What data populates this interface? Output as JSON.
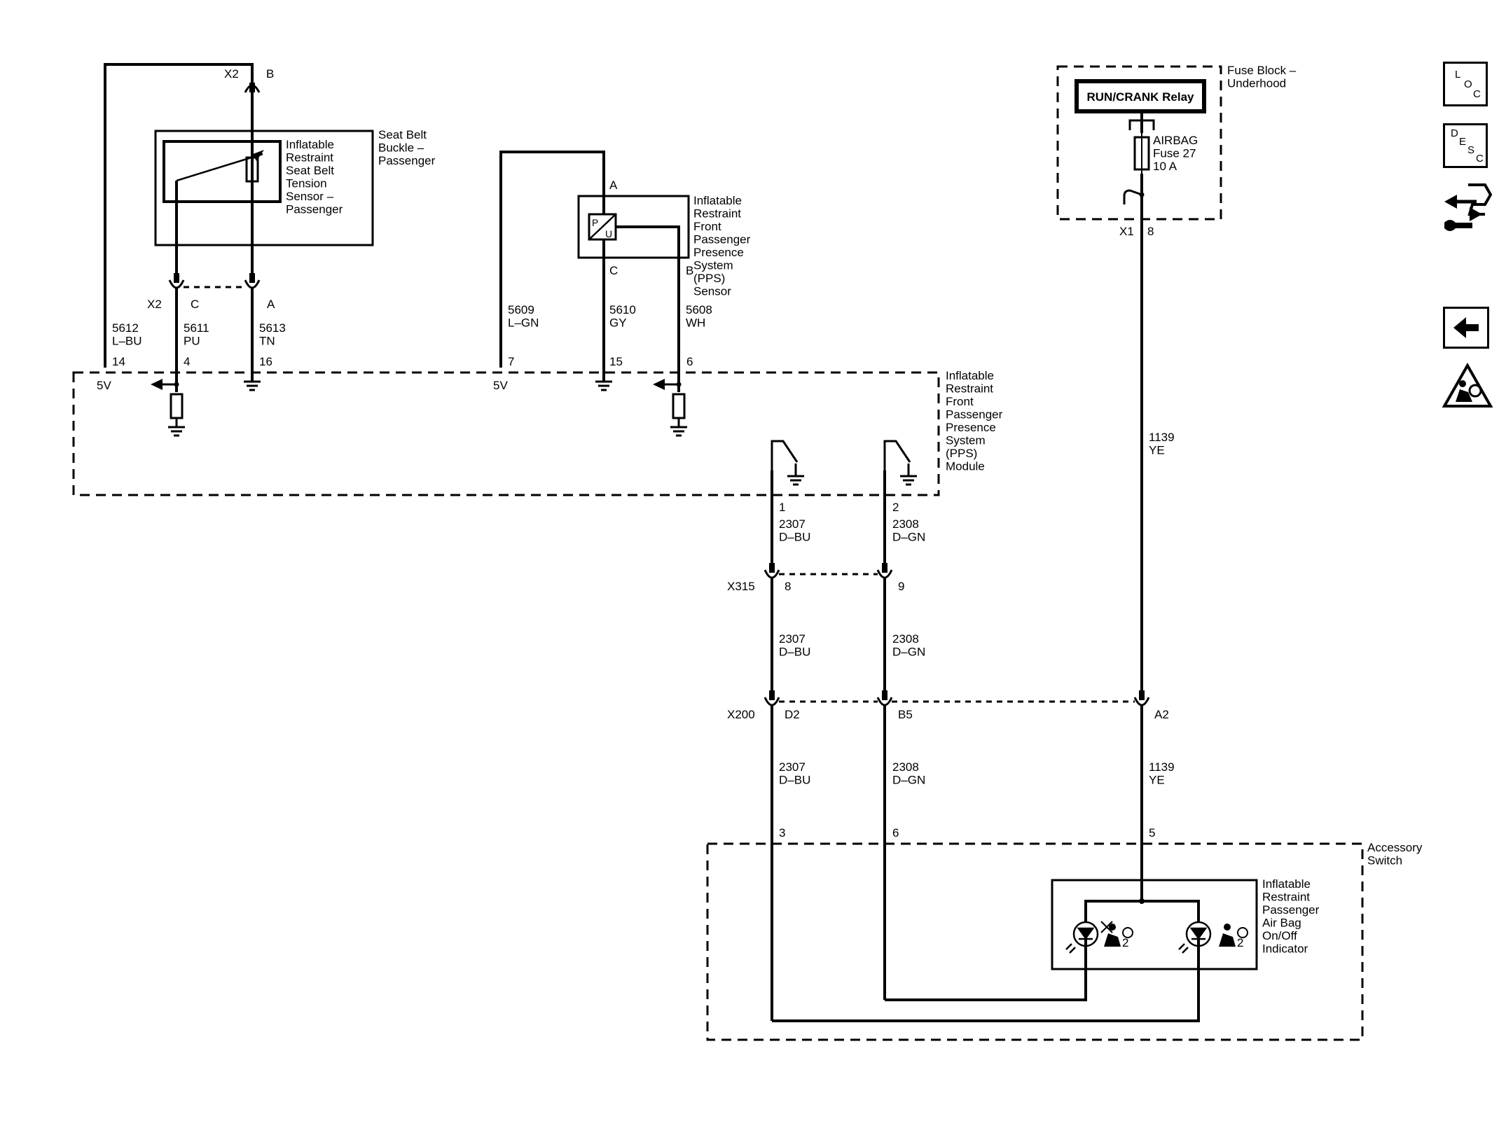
{
  "components": {
    "seat_belt_buckle": [
      "Seat Belt",
      "Buckle –",
      "Passenger"
    ],
    "tension_sensor": [
      "Inflatable",
      "Restraint",
      "Seat Belt",
      "Tension",
      "Sensor –",
      "Passenger"
    ],
    "pps_sensor": [
      "Inflatable",
      "Restraint",
      "Front",
      "Passenger",
      "Presence",
      "System",
      "(PPS)",
      "Sensor"
    ],
    "pps_module": [
      "Inflatable",
      "Restraint",
      "Front",
      "Passenger",
      "Presence",
      "System",
      "(PPS)",
      "Module"
    ],
    "fuse_block": [
      "Fuse Block –",
      "Underhood"
    ],
    "relay": "RUN/CRANK Relay",
    "fuse": [
      "AIRBAG",
      "Fuse 27",
      "10 A"
    ],
    "accessory_switch": [
      "Accessory",
      "Switch"
    ],
    "indicator": [
      "Inflatable",
      "Restraint",
      "Passenger",
      "Air Bag",
      "On/Off",
      "Indicator"
    ]
  },
  "connectors": {
    "x2_top": "X2",
    "x2_top_pin": "B",
    "x2_bottom": "X2",
    "x2_pin_c": "C",
    "x2_pin_a": "A",
    "pps_pin_a": "A",
    "pps_pin_b": "B",
    "pps_pin_c": "C",
    "x1": "X1",
    "x1_pin": "8",
    "x315": "X315",
    "x315_pin_1": "8",
    "x315_pin_2": "9",
    "x200": "X200",
    "x200_pin_1": "D2",
    "x200_pin_2": "B5",
    "x200_pin_3": "A2"
  },
  "module_pins": {
    "p14": "14",
    "p4": "4",
    "p16": "16",
    "p7": "7",
    "p15": "15",
    "p6": "6",
    "p1": "1",
    "p2": "2",
    "v5_left": "5V",
    "v5_mid": "5V"
  },
  "switch_pins": {
    "p3": "3",
    "p6": "6",
    "p5": "5"
  },
  "circuits": {
    "c5612": [
      "5612",
      "L–BU"
    ],
    "c5611": [
      "5611",
      "PU"
    ],
    "c5613": [
      "5613",
      "TN"
    ],
    "c5609": [
      "5609",
      "L–GN"
    ],
    "c5610": [
      "5610",
      "GY"
    ],
    "c5608": [
      "5608",
      "WH"
    ],
    "c2307_a": [
      "2307",
      "D–BU"
    ],
    "c2308_a": [
      "2308",
      "D–GN"
    ],
    "c2307_b": [
      "2307",
      "D–BU"
    ],
    "c2308_b": [
      "2308",
      "D–GN"
    ],
    "c2307_c": [
      "2307",
      "D–BU"
    ],
    "c2308_c": [
      "2308",
      "D–GN"
    ],
    "c1139_a": [
      "1139",
      "YE"
    ],
    "c1139_b": [
      "1139",
      "YE"
    ]
  },
  "indicator_symbols": {
    "sub_left": "2",
    "sub_right": "2"
  },
  "side_buttons": {
    "loc": {
      "l1": "L",
      "l2": "O",
      "l3": "C",
      "icon": "loc-icon"
    },
    "desc": {
      "l1": "D",
      "l2": "E",
      "l3": "S",
      "l4": "C",
      "icon": "desc-icon"
    },
    "connector_icon": "connector-arrows-icon",
    "back_icon": "back-arrow-icon",
    "airbag_icon": "airbag-warning-icon"
  }
}
